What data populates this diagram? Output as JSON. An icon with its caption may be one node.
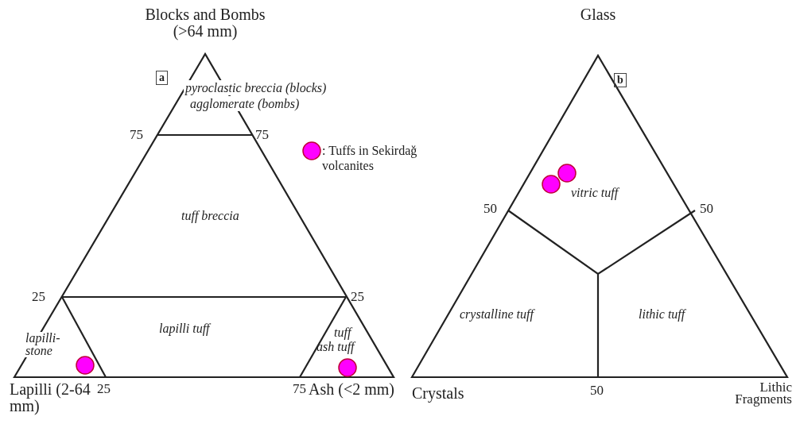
{
  "diagram": {
    "labels": [
      "Blocks and Bombs (>64 mm)",
      "Glass",
      "a",
      "b",
      "pyroclastic breccia (blocks)",
      "agglomerate (bombs)",
      "75",
      "75",
      "50",
      "50",
      "vitric tuff",
      "tuff breccia",
      "25",
      "25",
      "crystalline tuff",
      "lithic tuff",
      "lapilli-stone",
      "lapilli tuff",
      "tuff",
      "ash tuff",
      "Lapilli (2-64 mm)",
      "25",
      "75",
      "Ash (<2 mm)",
      "Crystals",
      "50",
      "Lithic Fragments"
    ],
    "legend": [
      {
        "text": ": Tuffs in Sekirdağ volcanites",
        "color": "#ff00ff"
      }
    ]
  }
}
